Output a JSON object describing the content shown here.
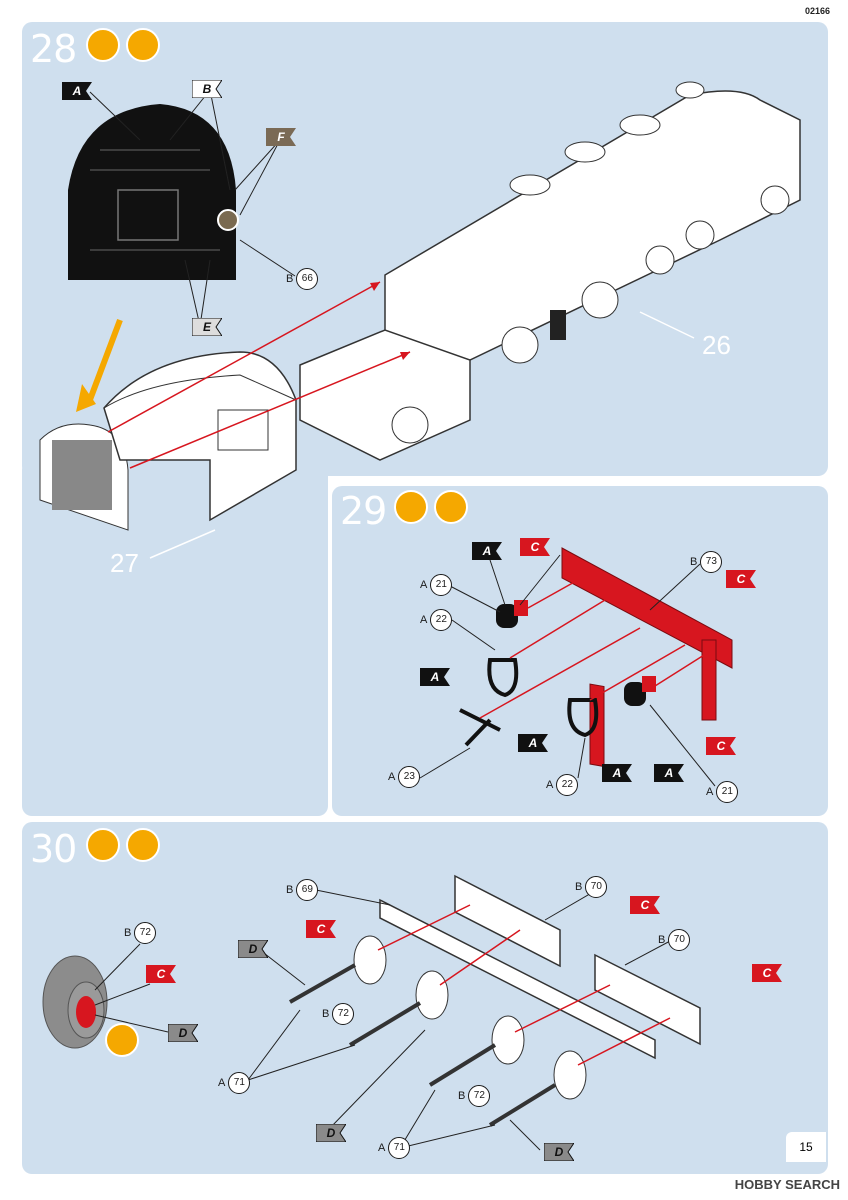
{
  "header": {
    "code": "02166"
  },
  "steps": {
    "s28": {
      "number": "28",
      "part_27": "27",
      "part_26": "26"
    },
    "s29": {
      "number": "29"
    },
    "s30": {
      "number": "30"
    }
  },
  "labels": {
    "b66": {
      "letter": "B",
      "num": "66"
    },
    "b73": {
      "letter": "B",
      "num": "73"
    },
    "a21a": {
      "letter": "A",
      "num": "21"
    },
    "a22a": {
      "letter": "A",
      "num": "22"
    },
    "a23": {
      "letter": "A",
      "num": "23"
    },
    "a22b": {
      "letter": "A",
      "num": "22"
    },
    "a21b": {
      "letter": "A",
      "num": "21"
    },
    "b69": {
      "letter": "B",
      "num": "69"
    },
    "b70a": {
      "letter": "B",
      "num": "70"
    },
    "b70b": {
      "letter": "B",
      "num": "70"
    },
    "b72a": {
      "letter": "B",
      "num": "72"
    },
    "b72b": {
      "letter": "B",
      "num": "72"
    },
    "b72c": {
      "letter": "B",
      "num": "72"
    },
    "a71a": {
      "letter": "A",
      "num": "71"
    },
    "a71b": {
      "letter": "A",
      "num": "71"
    }
  },
  "flags": {
    "A": "A",
    "B": "B",
    "C": "C",
    "D": "D",
    "E": "E",
    "F": "F"
  },
  "colors": {
    "panel": "#cfdfee",
    "red": "#d7161f",
    "black_flag": "#111111",
    "grey_flag": "#8a8a8a",
    "orange": "#f5a800"
  },
  "footer": {
    "page": "15",
    "watermark": "HOBBY SEARCH"
  }
}
